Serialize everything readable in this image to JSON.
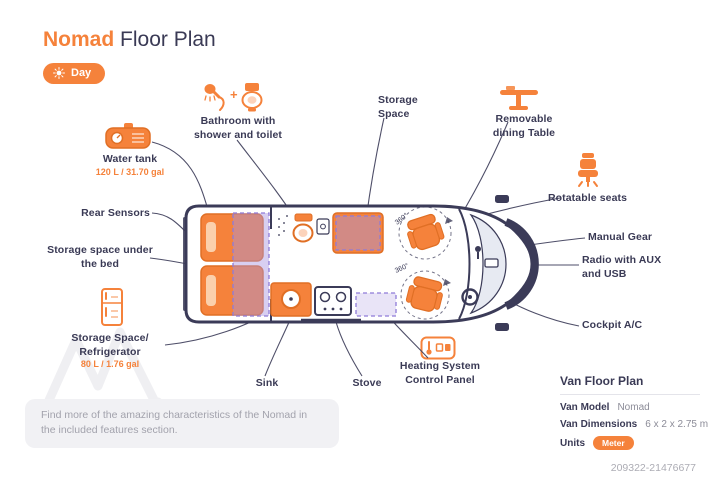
{
  "header": {
    "title_brand": "Nomad",
    "title_rest": "Floor Plan",
    "mode_toggle": "Day"
  },
  "callouts": {
    "water_tank": {
      "label": "Water tank",
      "capacity": "120 L / 31.70 gal"
    },
    "rear_sensors": {
      "label": "Rear Sensors"
    },
    "storage_under_bed": {
      "label": "Storage space under the bed"
    },
    "storage_refrigerator": {
      "label": "Storage Space/ Refrigerator",
      "capacity": "80 L / 1.76 gal"
    },
    "bathroom": {
      "label": "Bathroom with shower and toilet"
    },
    "storage_space": {
      "label": "Storage Space"
    },
    "dining_table": {
      "label": "Removable dining Table"
    },
    "rotatable_seats": {
      "label": "Rotatable seats"
    },
    "manual_gear": {
      "label": "Manual Gear"
    },
    "radio": {
      "label": "Radio with AUX and USB"
    },
    "cockpit_ac": {
      "label": "Cockpit A/C"
    },
    "sink": {
      "label": "Sink"
    },
    "stove": {
      "label": "Stove"
    },
    "heating_panel": {
      "label": "Heating System Control Panel"
    }
  },
  "diagram": {
    "rotation_label": "360°"
  },
  "van_info": {
    "heading": "Van Floor Plan",
    "rows": [
      {
        "label": "Van Model",
        "value": "Nomad"
      },
      {
        "label": "Van Dimensions",
        "value": "6 x 2 x 2.75 m"
      },
      {
        "label": "Units",
        "value": "Meter"
      }
    ]
  },
  "note": "Find more of the amazing characteristics of the Nomad in the included features section.",
  "watermark_id": "209322-21476677",
  "colors": {
    "accent": "#F5823B",
    "navy": "#3B3B58",
    "lavender": "#A995E0"
  }
}
